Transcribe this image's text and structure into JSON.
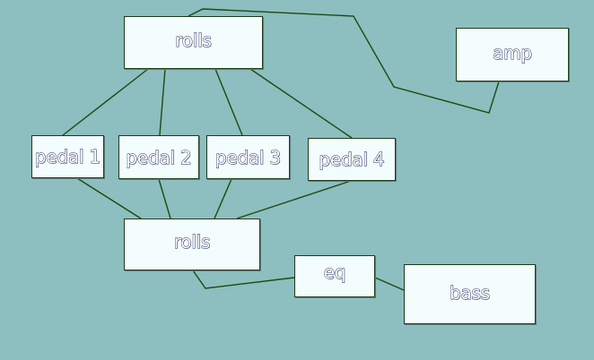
{
  "colors": {
    "background": "#8dbec0",
    "node_fill": "#f4fdfd",
    "node_border": "#1f3a18",
    "wire": "#1f4a0e",
    "label_outline": "#1c2356"
  },
  "nodes": {
    "rolls_top": {
      "label": "rolls"
    },
    "amp": {
      "label": "amp"
    },
    "pedal_1": {
      "label": "pedal 1"
    },
    "pedal_2": {
      "label": "pedal 2"
    },
    "pedal_3": {
      "label": "pedal 3"
    },
    "pedal_4": {
      "label": "pedal 4"
    },
    "rolls_bottom": {
      "label": "rolls"
    },
    "eq": {
      "label": "eq"
    },
    "bass": {
      "label": "bass"
    }
  },
  "connections": [
    {
      "from": "rolls_top",
      "to": "amp"
    },
    {
      "from": "rolls_top",
      "to": "pedal_1"
    },
    {
      "from": "rolls_top",
      "to": "pedal_2"
    },
    {
      "from": "rolls_top",
      "to": "pedal_3"
    },
    {
      "from": "rolls_top",
      "to": "pedal_4"
    },
    {
      "from": "pedal_1",
      "to": "rolls_bottom"
    },
    {
      "from": "pedal_2",
      "to": "rolls_bottom"
    },
    {
      "from": "pedal_3",
      "to": "rolls_bottom"
    },
    {
      "from": "pedal_4",
      "to": "rolls_bottom"
    },
    {
      "from": "rolls_bottom",
      "to": "eq"
    },
    {
      "from": "eq",
      "to": "bass"
    }
  ]
}
